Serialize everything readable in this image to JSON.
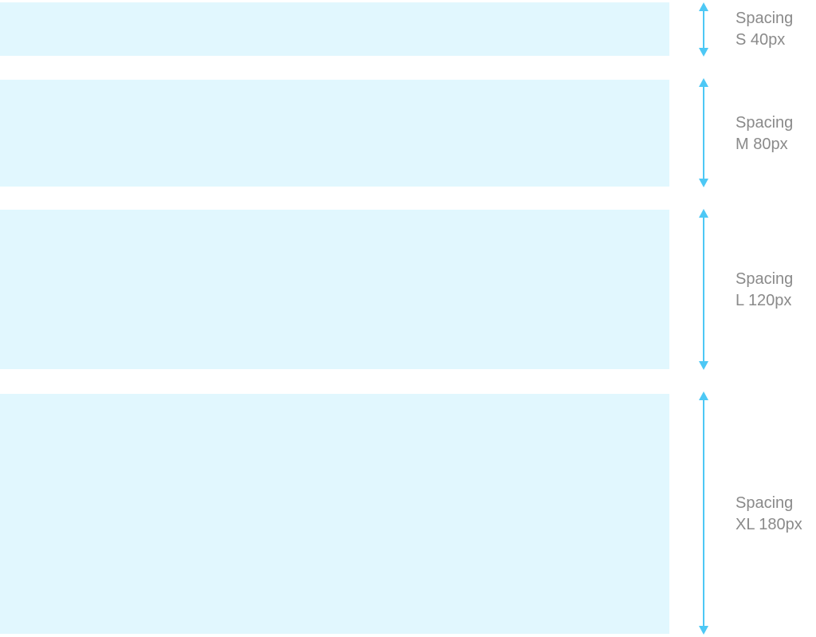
{
  "colors": {
    "block_fill": "#e1f7fe",
    "arrow": "#4dc8f5",
    "label_text": "#8a8a8a"
  },
  "rows": [
    {
      "id": "s",
      "word": "Spacing",
      "size_text": "S 40px"
    },
    {
      "id": "m",
      "word": "Spacing",
      "size_text": "M 80px"
    },
    {
      "id": "l",
      "word": "Spacing",
      "size_text": "L 120px"
    },
    {
      "id": "xl",
      "word": "Spacing",
      "size_text": "XL 180px"
    }
  ]
}
